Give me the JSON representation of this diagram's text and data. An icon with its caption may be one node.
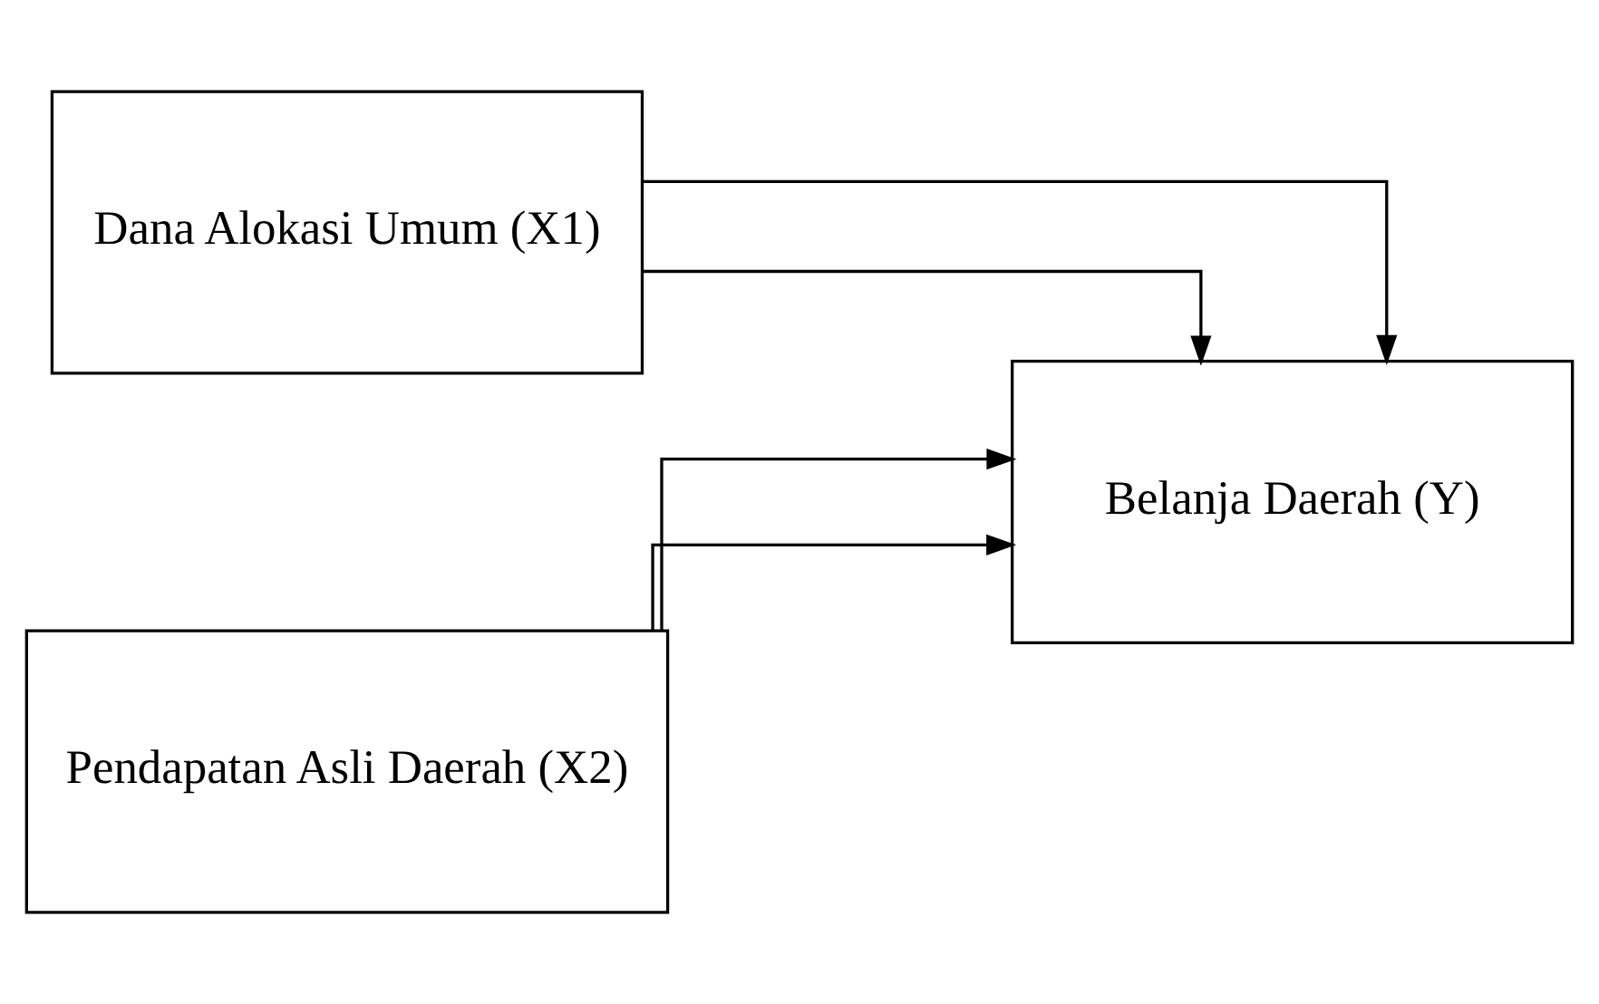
{
  "diagram": {
    "nodes": [
      {
        "text": [
          "Dana Alokasi Umum (X1)"
        ]
      },
      {
        "text": [
          "Belanja Daerah (Y)"
        ]
      },
      {
        "text": [
          "Pendapatan Asli Daerah (X2)"
        ]
      }
    ],
    "edges": [
      {
        "from": 0,
        "to": 1,
        "arrow": "to"
      },
      {
        "from": 0,
        "to": 1,
        "arrow": "to"
      },
      {
        "from": 2,
        "to": 1,
        "arrow": "to"
      },
      {
        "from": 2,
        "to": 1,
        "arrow": "to"
      }
    ]
  }
}
